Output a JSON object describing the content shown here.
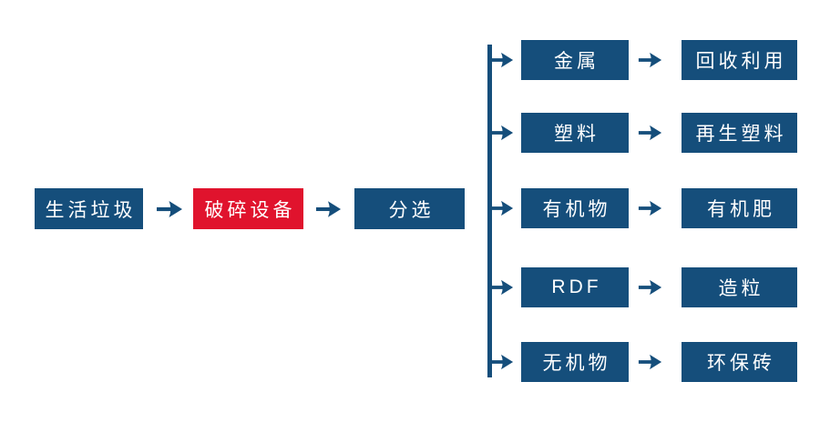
{
  "diagram": {
    "title": "household-waste-processing-flow",
    "colors": {
      "primary_blue": "#154E7B",
      "accent_red": "#E0132D",
      "label_text": "#FFFFFF",
      "background": "#FFFFFF"
    },
    "icons": {
      "arrow_icon_glyph": "→"
    },
    "main_flow": [
      {
        "label": "生活垃圾",
        "variant": "blue"
      },
      {
        "label": "破碎设备",
        "variant": "red"
      },
      {
        "label": "分选",
        "variant": "blue"
      }
    ],
    "branches": [
      {
        "material": "金属",
        "product": "回收利用"
      },
      {
        "material": "塑料",
        "product": "再生塑料"
      },
      {
        "material": "有机物",
        "product": "有机肥"
      },
      {
        "material": "RDF",
        "product": "造粒"
      },
      {
        "material": "无机物",
        "product": "环保砖"
      }
    ]
  }
}
